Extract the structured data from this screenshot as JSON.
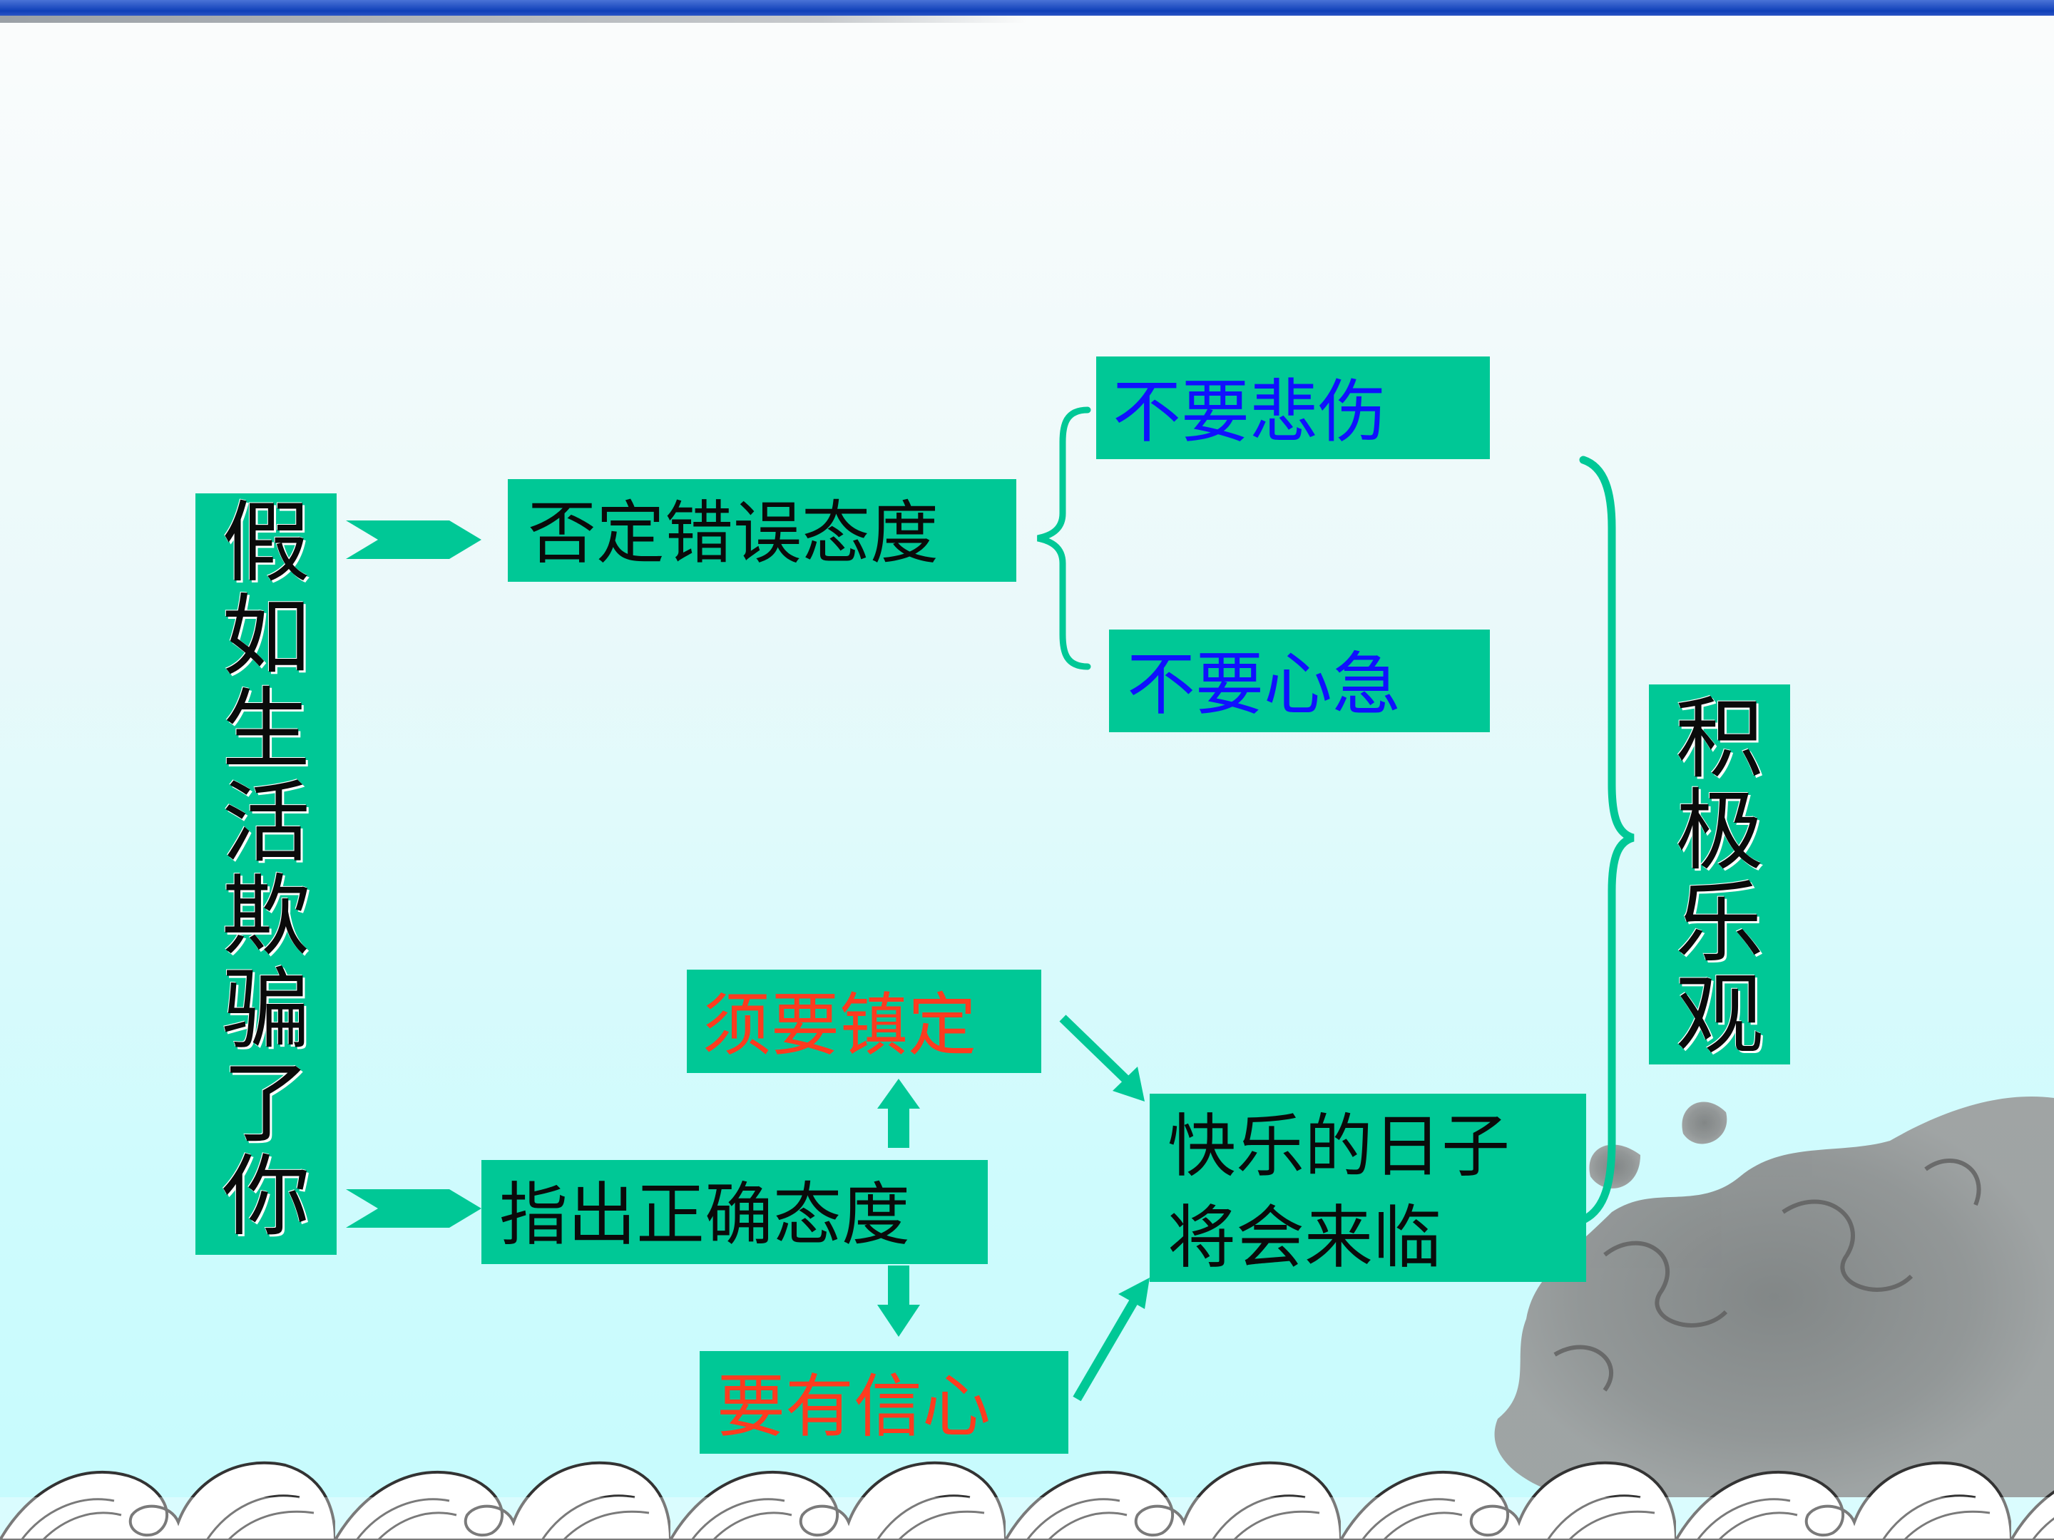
{
  "diagram": {
    "root": "假如生活欺骗了你",
    "branch_top": "否定错误态度",
    "top_children": [
      "不要悲伤",
      "不要心急"
    ],
    "branch_bottom": "指出正确态度",
    "bottom_child_up": "须要镇定",
    "bottom_child_down": "要有信心",
    "result_line1": "快乐的日子",
    "result_line2": "将会来临",
    "conclusion": "积极乐观"
  },
  "colors": {
    "box": "#00c896",
    "connector": "#00c896",
    "blue_text": "#1010ff",
    "red_text": "#ff3b1f",
    "title_bar": "#0f3fb8"
  },
  "icons": [
    "wave-pattern-decoration",
    "dragon-cloud-decoration"
  ]
}
